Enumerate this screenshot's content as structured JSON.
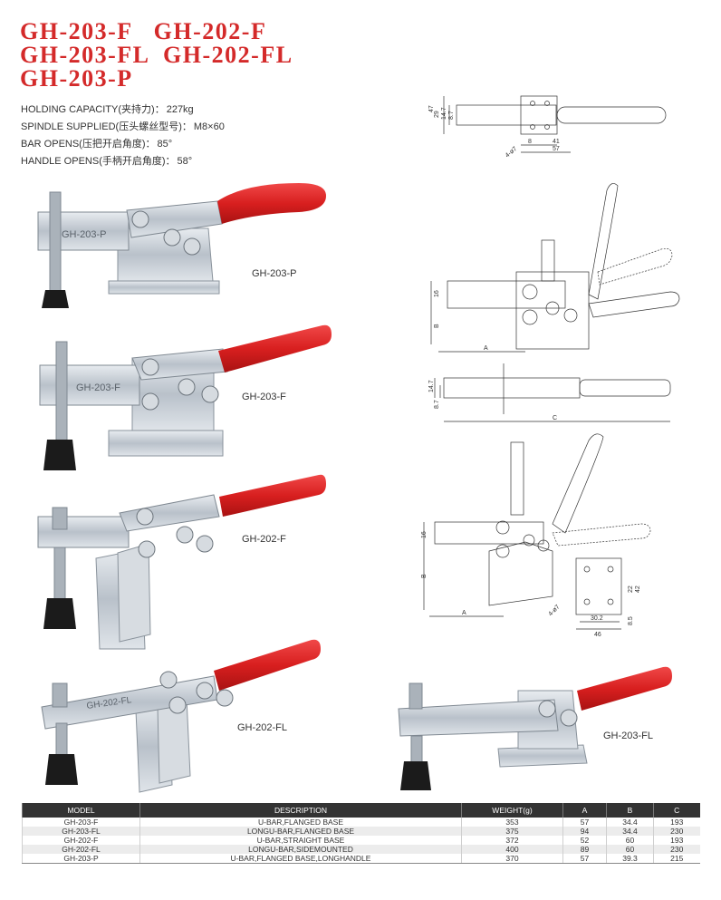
{
  "titles": [
    "GH-203-F   GH-202-F",
    "GH-203-FL  GH-202-FL",
    "GH-203-P"
  ],
  "specs": [
    {
      "label": "HOLDING CAPACITY(夹持力)：",
      "value": "227kg"
    },
    {
      "label": "SPINDLE SUPPLIED(压头螺丝型号)：",
      "value": "M8×60"
    },
    {
      "label": "BAR OPENS(压把开启角度)：",
      "value": "85°"
    },
    {
      "label": "HANDLE OPENS(手柄开启角度)：",
      "value": "58°"
    }
  ],
  "products": {
    "p1": {
      "label": "GH-203-P",
      "stamp": "GH-203-P"
    },
    "p2": {
      "label": "GH-203-F",
      "stamp": "GH-203-F"
    },
    "p3": {
      "label": "GH-202-F"
    },
    "p4": {
      "label": "GH-202-FL",
      "stamp": "GH-202-FL"
    },
    "p5": {
      "label": "GH-203-FL"
    }
  },
  "drawings": {
    "d1": {
      "dims_v": [
        "47",
        "29",
        "14.7",
        "8.7"
      ],
      "dims_h": [
        "8",
        "41",
        "57"
      ],
      "hole": "4-ø7"
    },
    "d2": {
      "dims": [
        "16",
        "B",
        "A"
      ]
    },
    "d3": {
      "dims": [
        "14.7",
        "8.7",
        "C"
      ]
    },
    "d4": {
      "dims": [
        "16",
        "B",
        "A"
      ]
    },
    "d5": {
      "dims": [
        "4-ø7",
        "30.2",
        "46",
        "8.5",
        "22",
        "42"
      ]
    }
  },
  "colors": {
    "title": "#d42a2a",
    "handle": "#e02424",
    "steel": "#c9cfd6",
    "table_header": "#333333"
  },
  "table": {
    "headers": [
      "MODEL",
      "DESCRIPTION",
      "WEIGHT(g)",
      "A",
      "B",
      "C"
    ],
    "rows": [
      [
        "GH-203-F",
        "U-BAR,FLANGED BASE",
        "353",
        "57",
        "34.4",
        "193"
      ],
      [
        "GH-203-FL",
        "LONGU-BAR,FLANGED BASE",
        "375",
        "94",
        "34.4",
        "230"
      ],
      [
        "GH-202-F",
        "U-BAR,STRAIGHT BASE",
        "372",
        "52",
        "60",
        "193"
      ],
      [
        "GH-202-FL",
        "LONGU-BAR,SIDEMOUNTED",
        "400",
        "89",
        "60",
        "230"
      ],
      [
        "GH-203-P",
        "U-BAR,FLANGED BASE,LONGHANDLE",
        "370",
        "57",
        "39.3",
        "215"
      ]
    ]
  }
}
